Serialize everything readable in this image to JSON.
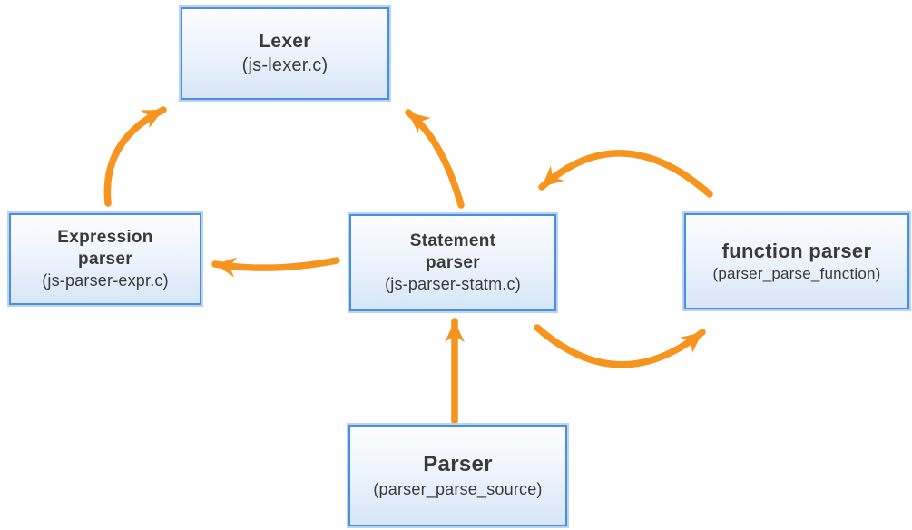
{
  "diagram": {
    "colors": {
      "background": "#ffffff",
      "arrow": "#f7941d",
      "box-border": "#4a8ee2",
      "box-halo": "#b8d4f2",
      "box-fill-top": "#fcfdff",
      "box-fill-bottom": "#d7e6f7",
      "text": "#3a3a3a"
    },
    "nodes": [
      {
        "id": "lexer",
        "title": "Lexer",
        "subtitle": "(js-lexer.c)"
      },
      {
        "id": "expression-parser",
        "title": "Expression\nparser",
        "subtitle": "(js-parser-expr.c)"
      },
      {
        "id": "statement-parser",
        "title": "Statement\nparser",
        "subtitle": "(js-parser-statm.c)"
      },
      {
        "id": "function-parser",
        "title": "function parser",
        "subtitle": "(parser_parse_function)"
      },
      {
        "id": "parser",
        "title": "Parser",
        "subtitle": "(parser_parse_source)"
      }
    ],
    "edges": [
      {
        "from": "expression-parser",
        "to": "lexer"
      },
      {
        "from": "statement-parser",
        "to": "lexer"
      },
      {
        "from": "statement-parser",
        "to": "expression-parser"
      },
      {
        "from": "function-parser",
        "to": "statement-parser"
      },
      {
        "from": "statement-parser",
        "to": "function-parser"
      },
      {
        "from": "parser",
        "to": "statement-parser"
      }
    ]
  }
}
